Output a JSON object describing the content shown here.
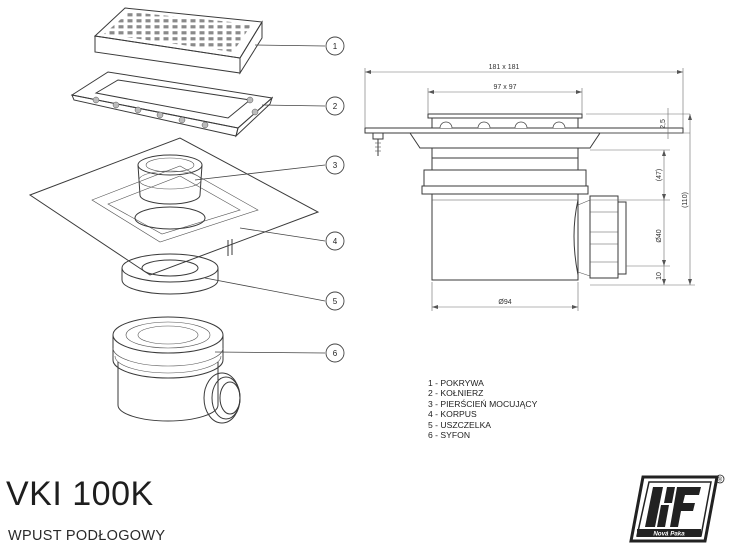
{
  "callouts": [
    "1",
    "2",
    "3",
    "4",
    "5",
    "6"
  ],
  "dimensions": {
    "overall_top": "181 x 181",
    "inner_top": "97 x 97",
    "flange_thickness": "2,5",
    "body_height": "(47)",
    "total_height": "(110)",
    "outlet_diameter": "Ø40",
    "outlet_offset": "10",
    "body_diameter": "Ø94"
  },
  "legend": [
    "1 - POKRYWA",
    "2 - KOŁNIERZ",
    "3 - PIERŚCIEŃ MOCUJĄCY",
    "4 - KORPUS",
    "5 - USZCZELKA",
    "6 - SYFON"
  ],
  "product": {
    "model": "VKI 100K",
    "description": "WPUST PODŁOGOWY"
  },
  "logo": {
    "registered": "®",
    "subtext": "Nová Paka"
  }
}
